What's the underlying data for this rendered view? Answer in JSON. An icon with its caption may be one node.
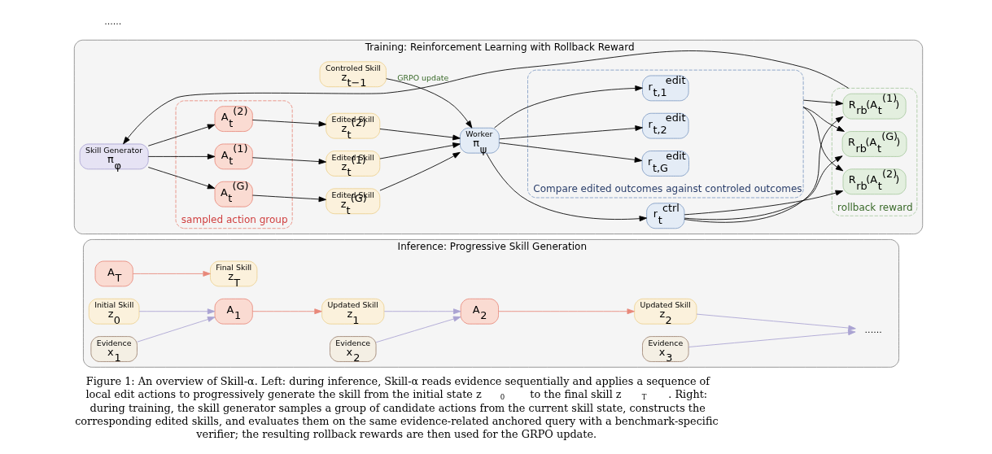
{
  "diagram": {
    "caption": "Figure 1: An overview of Skill-α. Left: during inference, Skill-α reads evidence sequentially and applies a sequence of local edit actions to progressively generate the skill from the initial state z$_{0}$ to the final skill z$_{T}$. Right: during training, the skill generator samples a group of candidate actions from the current skill state, constructs the corresponding edited skills, and evaluates them on the same evidence-related anchored query with a benchmark-specific verifier; the resulting rollback rewards are then used for the GRPO update.",
    "nodes": [
      {
        "text": [
          "Inference: Progressive Skill Generation"
        ]
      },
      {
        "text": [
          "A$_{1}$"
        ],
        "in": 0
      },
      {
        "text": [
          "A$_{2}$"
        ],
        "in": 0
      },
      {
        "text": [
          "A$_{T}$"
        ],
        "in": 0
      },
      {
        "text": [
          "Initial Skill",
          "z$_{0}$"
        ],
        "in": 0
      },
      {
        "text": [
          "Updated Skill",
          "z$_{1}$"
        ],
        "in": 0
      },
      {
        "text": [
          "Updated Skill",
          "z$_{2}$"
        ],
        "in": 0
      },
      {
        "text": [
          "Final Skill",
          "z$_{T}$"
        ],
        "in": 0
      },
      {
        "text": [
          "Evidence",
          "x$_{1}$"
        ],
        "in": 0
      },
      {
        "text": [
          "Evidence",
          "x$_{2}$"
        ],
        "in": 0
      },
      {
        "text": [
          "Evidence",
          "x$_{3}$"
        ],
        "in": 0
      },
      {
        "text": [
          "......"
        ],
        "in": 0
      },
      {
        "text": [
          "Training: Reinforcement Learning with Rollback Reward"
        ]
      },
      {
        "text": [
          "Controled Skill",
          "z$_{t−1}$"
        ],
        "in": 12
      },
      {
        "text": [
          "Skill Generator",
          "π$_{φ}$"
        ],
        "in": 12
      },
      {
        "text": [
          "sampled action group"
        ],
        "in": 12
      },
      {
        "text": [
          "A$_{t}$$^{(1)}$"
        ],
        "in": 15
      },
      {
        "text": [
          "A$_{t}$$^{(2)}$"
        ],
        "in": 15
      },
      {
        "text": [
          "A$_{t}$$^{(G)}$"
        ],
        "in": 15
      },
      {
        "text": [
          "Edited Skill",
          "z$_{t}$$^{(1)}$"
        ],
        "in": 12
      },
      {
        "text": [
          "Edited Skill",
          "z$_{t}$$^{(2)}$"
        ],
        "in": 12
      },
      {
        "text": [
          "Edited Skill",
          "z$_{t}$$^{(G)}$"
        ],
        "in": 12
      },
      {
        "text": [
          "Worker",
          "π$_{ψ}$"
        ],
        "in": 12
      },
      {
        "text": [
          "r$_{t}$$^{ctrl}$"
        ],
        "in": 12
      },
      {
        "text": [
          "Compare edited outcomes against controled outcomes"
        ],
        "in": 12
      },
      {
        "text": [
          "r$_{t,1}$$^{edit}$"
        ],
        "in": 24
      },
      {
        "text": [
          "r$_{t,2}$$^{edit}$"
        ],
        "in": 24
      },
      {
        "text": [
          "r$_{t,G}$$^{edit}$"
        ],
        "in": 24
      },
      {
        "text": [
          "rollback reward"
        ],
        "in": 12
      },
      {
        "text": [
          "R$_{rb}$(A$_{t}$$^{(1)}$)"
        ],
        "in": 28
      },
      {
        "text": [
          "R$_{rb}$(A$_{t}$$^{(2)}$)"
        ],
        "in": 28
      },
      {
        "text": [
          "R$_{rb}$(A$_{t}$$^{(G)}$)"
        ],
        "in": 28
      }
    ],
    "edges": [
      {
        "from": 4,
        "to": 1,
        "arrow": "to",
        "color": "#aaa3d2"
      },
      {
        "from": 8,
        "to": 1,
        "arrow": "to",
        "color": "#aaa3d2"
      },
      {
        "from": 1,
        "to": 5,
        "arrow": "to",
        "color": "#e8887a"
      },
      {
        "from": 5,
        "to": 2,
        "arrow": "to",
        "color": "#aaa3d2"
      },
      {
        "from": 9,
        "to": 2,
        "arrow": "to",
        "color": "#aaa3d2"
      },
      {
        "from": 2,
        "to": 6,
        "arrow": "to",
        "color": "#e8887a"
      },
      {
        "from": 6,
        "to": 11,
        "arrow": "to",
        "color": "#aaa3d2"
      },
      {
        "from": 10,
        "to": 11,
        "arrow": "to",
        "color": "#aaa3d2"
      },
      {
        "from": 3,
        "to": 7,
        "arrow": "to",
        "color": "#e8887a"
      },
      {
        "from": 13,
        "to": 22,
        "arrow": "to"
      },
      {
        "from": 14,
        "to": 16,
        "arrow": "to"
      },
      {
        "from": 14,
        "to": 17,
        "arrow": "to"
      },
      {
        "from": 14,
        "to": 18,
        "arrow": "to"
      },
      {
        "from": 16,
        "to": 19,
        "arrow": "to"
      },
      {
        "from": 17,
        "to": 20,
        "arrow": "to"
      },
      {
        "from": 18,
        "to": 21,
        "arrow": "to"
      },
      {
        "from": 19,
        "to": 22,
        "arrow": "to"
      },
      {
        "from": 20,
        "to": 22,
        "arrow": "to"
      },
      {
        "from": 21,
        "to": 22,
        "arrow": "to"
      },
      {
        "from": 22,
        "to": 23,
        "arrow": "to"
      },
      {
        "from": 22,
        "to": 25,
        "arrow": "to"
      },
      {
        "from": 22,
        "to": 26,
        "arrow": "to"
      },
      {
        "from": 22,
        "to": 27,
        "arrow": "to"
      },
      {
        "from": 23,
        "to": 29,
        "arrow": "to"
      },
      {
        "from": 23,
        "to": 30,
        "arrow": "to"
      },
      {
        "from": 23,
        "to": 31,
        "arrow": "to"
      },
      {
        "from": 24,
        "to": 29,
        "arrow": "to"
      },
      {
        "from": 24,
        "to": 30,
        "arrow": "to"
      },
      {
        "from": 24,
        "to": 31,
        "arrow": "to"
      },
      {
        "from": 28,
        "to": 14,
        "arrow": "to",
        "label": "GRPO update"
      }
    ],
    "labels": [
      "......"
    ]
  }
}
